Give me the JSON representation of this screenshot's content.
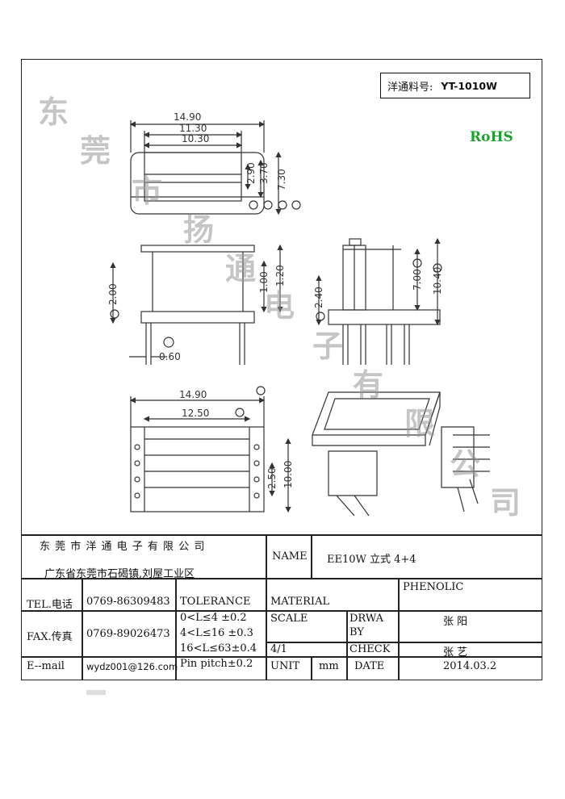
{
  "part_label": {
    "prefix": "洋通料号:",
    "number": "YT-1010W"
  },
  "rohs": "RoHS",
  "watermark": [
    "东",
    "莞",
    "市",
    "扬",
    "通",
    "电",
    "子",
    "有",
    "限",
    "公",
    "司"
  ],
  "dimensions": {
    "a": "14.90",
    "b": "11.30",
    "c": "10.30",
    "d": "2.90",
    "e": "3.70",
    "f": "7.30",
    "g": "2.00",
    "h": "0.60",
    "i": "1.00",
    "j": "1.20",
    "k": "2.40",
    "l": "7.00",
    "m": "10.40",
    "n": "14.90",
    "o": "12.50",
    "p": "2.50",
    "q": "10.00"
  },
  "title_block": {
    "company": "东 莞 市 洋 通 电 子 有 限 公 司",
    "address": "广东省东莞市石碣镇,刘屋工业区",
    "name_label": "NAME",
    "name_value": "EE10W 立式 4+4",
    "material_value": "PHENOLIC",
    "tel_label": "TEL.电话",
    "tel_value": "0769-86309483",
    "tolerance_label": "TOLERANCE",
    "material_label": "MATERIAL",
    "fax_label": "FAX.传真",
    "fax_value": "0769-89026473",
    "tol_1": "0<L≤4   ±0.2",
    "tol_2": "4<L≤16  ±0.3",
    "tol_3": "16<L≤63±0.4",
    "tol_4": "Pin pitch±0.2",
    "scale_label": "SCALE",
    "scale_value": "4/1",
    "drawn_label_1": "DRWA",
    "drawn_label_2": "BY",
    "drawn_value": "张 阳",
    "check_label": "CHECK",
    "check_value": "张 艺",
    "email_label": "E--mail",
    "email_value": "wydz001@126.com",
    "unit_label": "UNIT",
    "unit_value": "mm",
    "date_label": "DATE",
    "date_value": "2014.03.2"
  }
}
